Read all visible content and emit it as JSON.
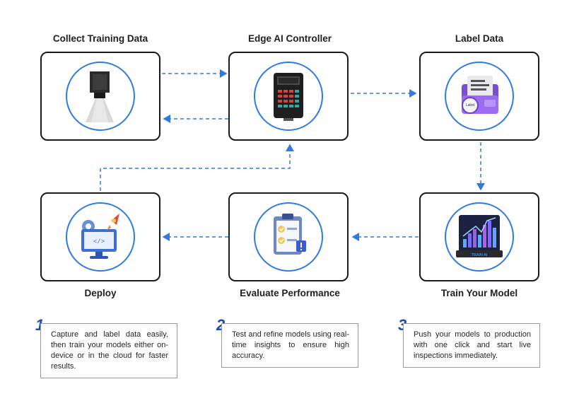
{
  "steps": {
    "collect": "Collect Training Data",
    "controller": "Edge AI Controller",
    "label": "Label Data",
    "deploy": "Deploy",
    "evaluate": "Evaluate Performance",
    "train": "Train Your Model"
  },
  "notes": [
    {
      "number": "1",
      "text": "Capture and label data easily, then train your models either on-device or in the cloud for faster results."
    },
    {
      "number": "2",
      "text": "Test and refine models using real-time insights to ensure high accuracy."
    },
    {
      "number": "3",
      "text": "Push your models to production with one click and start live inspections immediately."
    }
  ],
  "icon_text": {
    "label_badge": "Label",
    "train_plate": "TRAIN AI"
  },
  "colors": {
    "accent": "#2f7be0",
    "dark": "#1a1a1a",
    "purple": "#8e5ee8"
  }
}
